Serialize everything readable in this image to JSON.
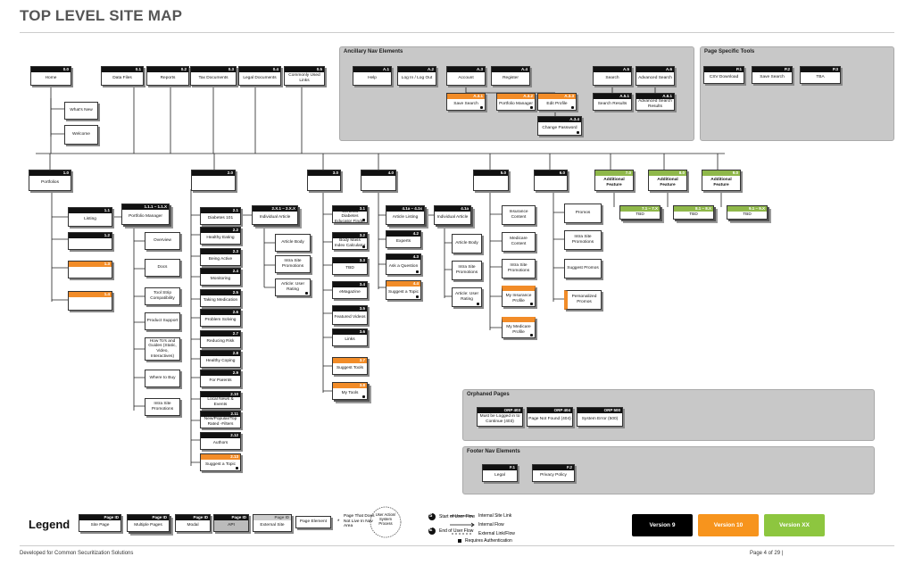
{
  "title": "TOP LEVEL SITE MAP",
  "panels": {
    "ancillary": "Ancillary Nav Elements",
    "page_specific": "Page Specific Tools",
    "orphaned": "Orphaned Pages",
    "footer": "Footer Nav Elements"
  },
  "top": [
    {
      "id": "0.0",
      "label": "Home"
    },
    {
      "id": "0.1",
      "label": "Data Files"
    },
    {
      "id": "0.2",
      "label": "Reports"
    },
    {
      "id": "0.3",
      "label": "Tax Documents"
    },
    {
      "id": "0.4",
      "label": "Legal Documents"
    },
    {
      "id": "0.5",
      "label": "Commonly Used Links"
    }
  ],
  "home_children": [
    {
      "label": "What's New"
    },
    {
      "label": "Welcome"
    }
  ],
  "ancillary": [
    {
      "id": "A.1",
      "label": "Help"
    },
    {
      "id": "A.2",
      "label": "Log In / Log Out"
    },
    {
      "id": "A.3",
      "label": "Account"
    },
    {
      "id": "A.4",
      "label": "Register"
    },
    {
      "id": "A.5",
      "label": "Search"
    },
    {
      "id": "A.6",
      "label": "Advanced Search"
    },
    {
      "id": "A.3.1",
      "label": "Save Search"
    },
    {
      "id": "A.3.2",
      "label": "Portfolio Manager"
    },
    {
      "id": "A.3.3",
      "label": "Edit Profile"
    },
    {
      "id": "A.3.4",
      "label": "Change Password"
    },
    {
      "id": "A.5.1",
      "label": "Search Results"
    },
    {
      "id": "A.6.1",
      "label": "Advanced Search Results"
    }
  ],
  "page_tools": [
    {
      "id": "P.1",
      "label": "CSV Download"
    },
    {
      "id": "P.2",
      "label": "Save Search"
    },
    {
      "id": "P.3",
      "label": "TBA"
    }
  ],
  "level1": [
    {
      "id": "1.0",
      "label": "Portfolios"
    },
    {
      "id": "2.0",
      "label": ""
    },
    {
      "id": "3.0",
      "label": ""
    },
    {
      "id": "4.0",
      "label": ""
    },
    {
      "id": "5.0",
      "label": ""
    },
    {
      "id": "6.0",
      "label": ""
    },
    {
      "id": "7.0",
      "label": "Additional Feature"
    },
    {
      "id": "8.0",
      "label": "Additional Feature"
    },
    {
      "id": "9.0",
      "label": "Additional Feature"
    }
  ],
  "portfolios": [
    {
      "id": "1.1",
      "label": "Listing"
    },
    {
      "id": "1.2",
      "label": ""
    },
    {
      "id": "1.3",
      "label": ""
    },
    {
      "id": "1.4",
      "label": ""
    },
    {
      "id": "1.1.1 – 1.1.X",
      "label": "Portfolio Manager"
    }
  ],
  "pm_children": [
    "Overview",
    "Docs",
    "Tool Strip Compatibility",
    "Product Support",
    "How To's and Guides (Static, Video, Interactives)",
    "Where to Buy",
    "Intra Site Promotions"
  ],
  "col2": [
    {
      "id": "2.1",
      "label": "Diabetes 101"
    },
    {
      "id": "2.2",
      "label": "Healthy Eating"
    },
    {
      "id": "2.3",
      "label": "Being Active"
    },
    {
      "id": "2.4",
      "label": "Monitoring"
    },
    {
      "id": "2.5",
      "label": "Taking Medication"
    },
    {
      "id": "2.6",
      "label": "Problem Solving"
    },
    {
      "id": "2.7",
      "label": "Reducing Risk"
    },
    {
      "id": "2.8",
      "label": "Healthy Coping"
    },
    {
      "id": "2.9",
      "label": "For Parents"
    },
    {
      "id": "2.10",
      "label": "Local News & Events"
    },
    {
      "id": "2.11",
      "label": "New/Popular/Top Rated -Filters"
    },
    {
      "id": "2.12",
      "label": "Authors"
    },
    {
      "id": "2.13",
      "label": "Suggest a Topic"
    }
  ],
  "col2_article": {
    "id": "2.X.1 – 2.X.X",
    "label": "Individual Article"
  },
  "col2_article_children": [
    "Article Body",
    "Intra Site Promotions",
    "Article: User Rating"
  ],
  "col3": [
    {
      "id": "3.1",
      "label": "Certified Diabetes Educator Finder"
    },
    {
      "id": "3.2",
      "label": "Body Mass Index Calculator"
    },
    {
      "id": "3.3",
      "label": "TBD"
    },
    {
      "id": "3.4",
      "label": "eMagazine"
    },
    {
      "id": "3.5",
      "label": "Featured Videos"
    },
    {
      "id": "3.6",
      "label": "Links"
    },
    {
      "id": "3.7",
      "label": "Suggest Tools"
    },
    {
      "id": "3.8",
      "label": "My Tools"
    }
  ],
  "col4": [
    {
      "id": "4.1a – 4.1x",
      "label": "Article Listing"
    },
    {
      "id": "4.2",
      "label": "Experts"
    },
    {
      "id": "4.3",
      "label": "Ask a Question"
    },
    {
      "id": "4.4",
      "label": "Suggest a Topic"
    }
  ],
  "col4_article": {
    "id": "4.1a",
    "label": "Individual Article"
  },
  "col4_article_children": [
    "Article Body",
    "Intra Site Promotions",
    "Article: User Rating"
  ],
  "col5": [
    "Insurance Content",
    "Medicare Content",
    "Intra Site Promotions",
    "My Insurance Profile",
    "My Medicare Profile"
  ],
  "col6": [
    "Promos",
    "Intra Site Promotions",
    "Suggest Promos",
    "Personalized Promos"
  ],
  "col7": [
    {
      "id": "7.1 – 7.X",
      "label": "TBD"
    }
  ],
  "col8": [
    {
      "id": "8.1 – 8.X",
      "label": "TBD"
    }
  ],
  "col9": [
    {
      "id": "9.1 – 9.X",
      "label": "TBD"
    }
  ],
  "orphaned": [
    {
      "id": "ORP 403",
      "label": "Must be Logged in to Continue (403)"
    },
    {
      "id": "ORP 404",
      "label": "Page Not Found (404)"
    },
    {
      "id": "ORP 500",
      "label": "System Error (500)"
    }
  ],
  "footer_nav": [
    {
      "id": "F.1",
      "label": "Legal"
    },
    {
      "id": "F.2",
      "label": "Privacy Policy"
    }
  ],
  "legend": {
    "title": "Legend",
    "page_id": "Page ID",
    "site_page": "Site Page",
    "multiple_pages": "Multiple Pages",
    "modal": "Modal",
    "api": "API",
    "external_site": "External Site",
    "page_element": "Page Element",
    "not_live": "Page That Does Not Live In Nav Area",
    "user_action": "User Action/ System Process",
    "start_flow": "Start of User Flow",
    "end_flow": "End of User Flow",
    "internal_link": "Internal Site Link",
    "internal_flow": "Internal Flow",
    "external_link": "External Link/Flow",
    "requires_auth": "Requires Authentication",
    "start_letter": "S",
    "end_letter": "E"
  },
  "versions": [
    {
      "label": "Version 9",
      "color": "#000000"
    },
    {
      "label": "Version 10",
      "color": "#f7941d"
    },
    {
      "label": "Version XX",
      "color": "#8dc63f"
    }
  ],
  "footer_left": "Developed for Common Securitization Solutions",
  "footer_right": "Page 4 of 29 |"
}
